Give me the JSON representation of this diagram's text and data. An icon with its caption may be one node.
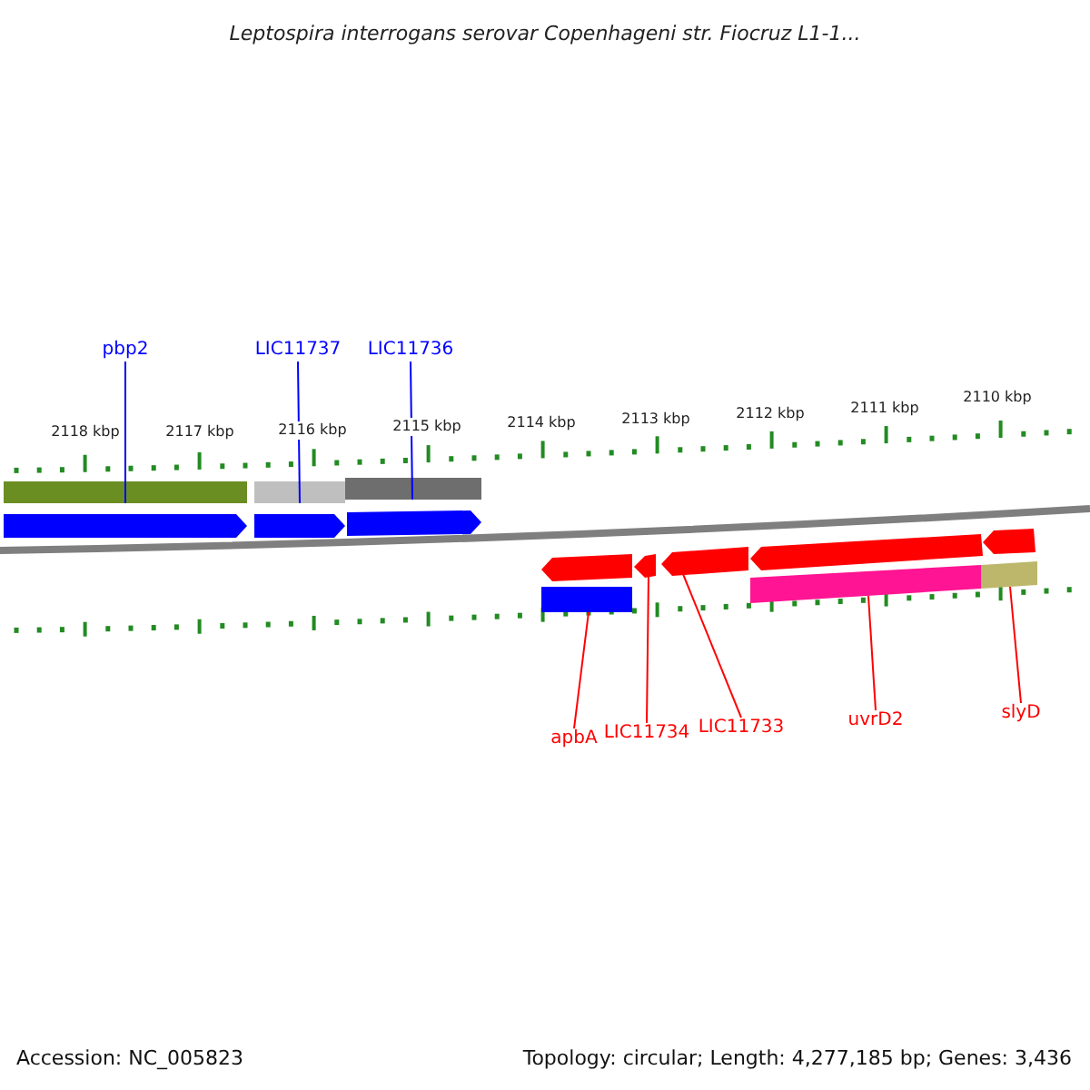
{
  "diagram": {
    "title": "Leptospira interrogans serovar Copenhageni str. Fiocruz L1-1...",
    "nodes": [
      {
        "text": [
          "pbp2"
        ]
      },
      {
        "text": [
          "LIC11737"
        ]
      },
      {
        "text": [
          "LIC11736"
        ]
      },
      {
        "text": [
          "apbA"
        ]
      },
      {
        "text": [
          "LIC11734"
        ]
      },
      {
        "text": [
          "LIC11733"
        ]
      },
      {
        "text": [
          "uvrD2"
        ]
      },
      {
        "text": [
          "slyD"
        ]
      },
      {
        "text": [],
        "shape": "bar"
      },
      {
        "text": [],
        "shape": "bar"
      },
      {
        "text": [],
        "shape": "bar"
      },
      {
        "text": [],
        "shape": "bar"
      },
      {
        "text": [],
        "shape": "arrow"
      },
      {
        "text": [],
        "shape": "arrow"
      },
      {
        "text": [],
        "shape": "bar"
      },
      {
        "text": [],
        "shape": "bar"
      }
    ],
    "edges": [
      {
        "from": 0,
        "to": 8,
        "arrow": "none",
        "color": "#0000ff"
      },
      {
        "from": 1,
        "to": 9,
        "arrow": "none",
        "color": "#0000ff"
      },
      {
        "from": 2,
        "to": 10,
        "arrow": "none",
        "color": "#0000ff"
      },
      {
        "from": 3,
        "to": 11,
        "arrow": "none"
      },
      {
        "from": 4,
        "to": 12,
        "arrow": "none"
      },
      {
        "from": 5,
        "to": 13,
        "arrow": "none"
      },
      {
        "from": 6,
        "to": 14,
        "arrow": "none"
      },
      {
        "from": 7,
        "to": 15,
        "arrow": "none"
      }
    ],
    "labels": [
      "2118 kbp",
      "2117 kbp",
      "2116 kbp",
      "2115 kbp",
      "2114 kbp",
      "2113 kbp",
      "2112 kbp",
      "2111 kbp",
      "2110 kbp",
      "Accession: NC_005823",
      "Topology: circular; Length: 4,277,185 bp; Genes: 3,436"
    ]
  }
}
